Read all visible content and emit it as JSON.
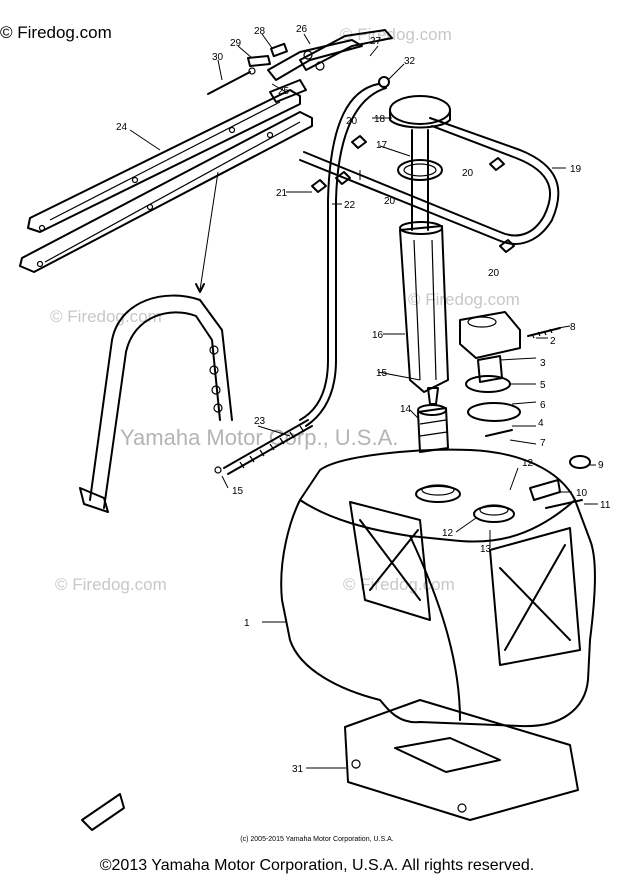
{
  "header": {
    "copyright": "© Firedog.com"
  },
  "watermarks": {
    "firedog": "© Firedog.com",
    "yamaha": "Yamaha Motor Corp., U.S.A."
  },
  "callouts": [
    "1",
    "2",
    "3",
    "4",
    "5",
    "6",
    "7",
    "8",
    "9",
    "10",
    "11",
    "12",
    "12",
    "13",
    "14",
    "15",
    "15",
    "16",
    "17",
    "18",
    "19",
    "20",
    "20",
    "20",
    "20",
    "21",
    "22",
    "23",
    "24",
    "25",
    "26",
    "27",
    "28",
    "29",
    "30",
    "31",
    "32"
  ],
  "footer": {
    "small": "(c) 2005-2015 Yamaha Motor Corporation, U.S.A.",
    "main": "©2013 Yamaha Motor Corporation, U.S.A. All rights reserved."
  }
}
